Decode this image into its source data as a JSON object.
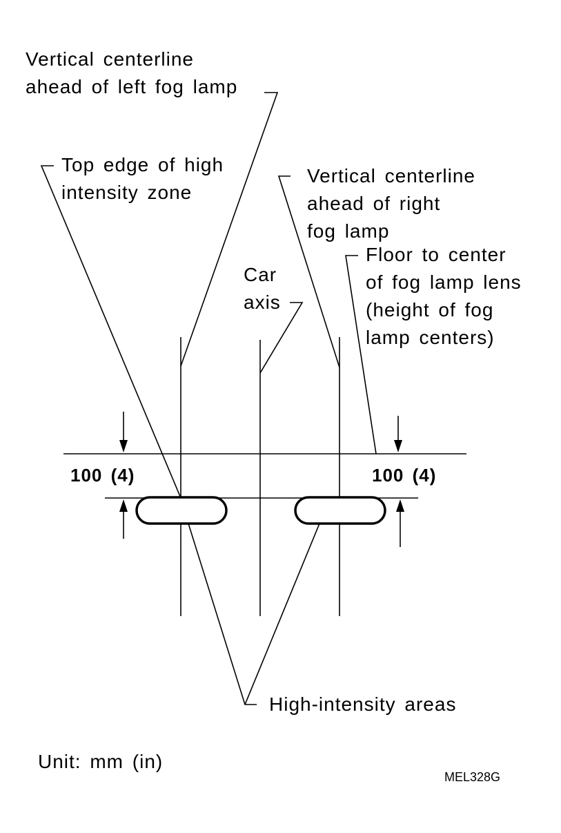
{
  "labels": {
    "left_centerline": [
      "Vertical centerline",
      "ahead of left fog lamp"
    ],
    "top_edge": [
      "Top edge of high",
      "intensity zone"
    ],
    "right_centerline": [
      "Vertical centerline",
      "ahead of right",
      "fog lamp"
    ],
    "floor_to_center": [
      "Floor to center",
      "of fog lamp lens",
      "(height of fog",
      "lamp centers)"
    ],
    "car_axis": [
      "Car",
      "axis"
    ],
    "high_intensity": "High-intensity areas"
  },
  "dimensions": {
    "left": "100 (4)",
    "right": "100 (4)"
  },
  "unit": "Unit: mm (in)",
  "figure_code": "MEL328G"
}
